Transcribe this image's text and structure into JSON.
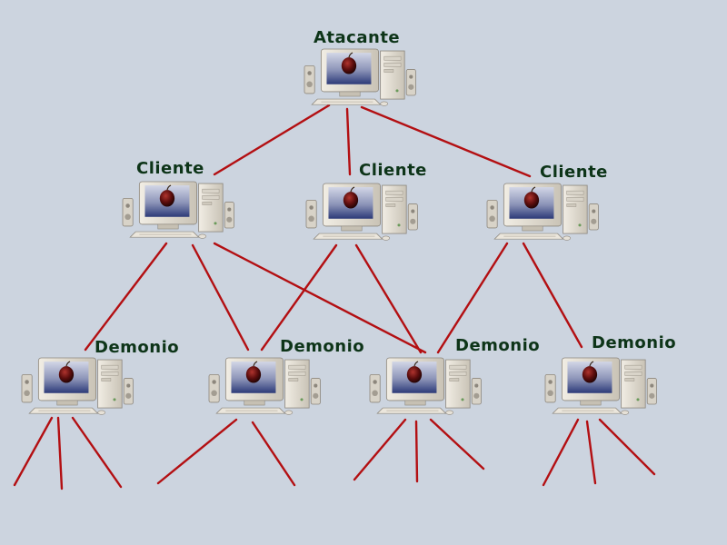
{
  "colors": {
    "background": "#ccd4df",
    "link": "#b30f12",
    "label": "#0d3418"
  },
  "nodes": {
    "attacker": {
      "label": "Atacante"
    },
    "clients": [
      {
        "label": "Cliente"
      },
      {
        "label": "Cliente"
      },
      {
        "label": "Cliente"
      }
    ],
    "daemons": [
      {
        "label": "Demonio"
      },
      {
        "label": "Demonio"
      },
      {
        "label": "Demonio"
      },
      {
        "label": "Demonio"
      }
    ]
  },
  "icons": {
    "computer": "desktop-computer-icon"
  }
}
